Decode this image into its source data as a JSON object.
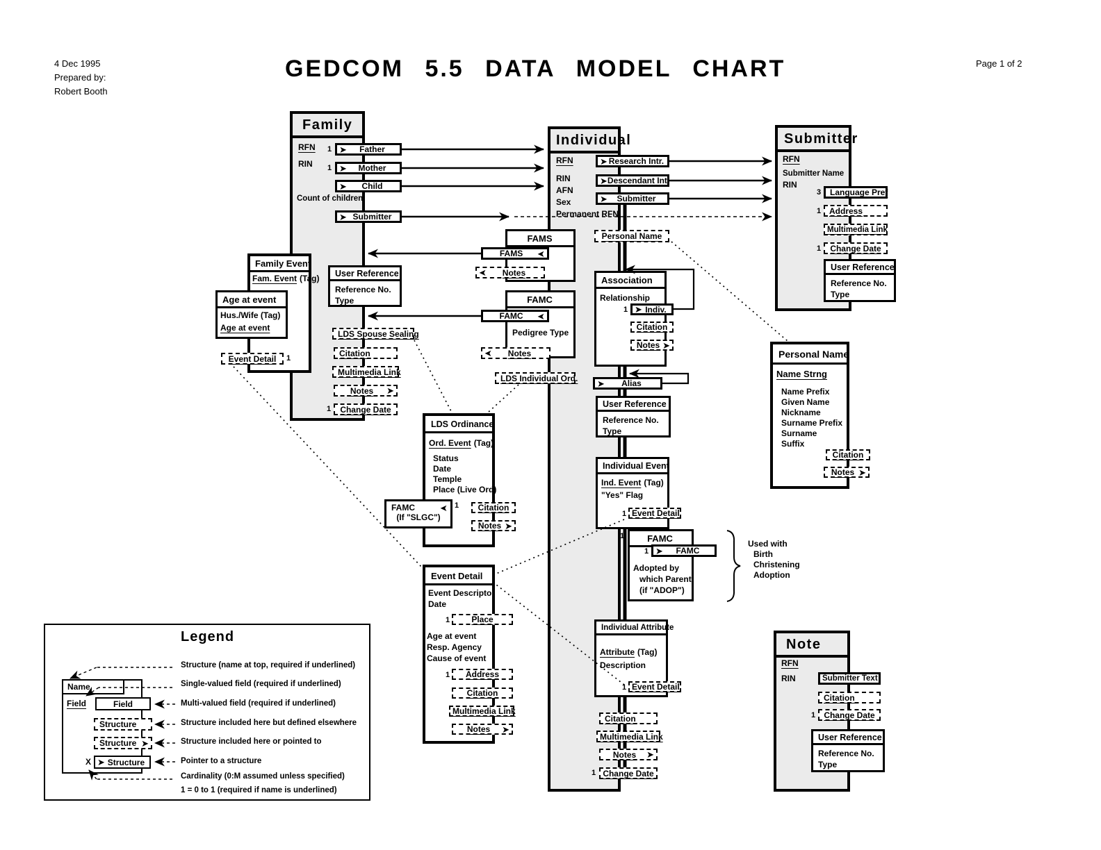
{
  "header": {
    "date": "4 Dec 1995",
    "prepared_by": "Prepared by:",
    "author": "Robert Booth",
    "title": "GEDCOM 5.5 DATA MODEL CHART",
    "page": "Page 1 of 2"
  },
  "icons": {
    "arrow": "➤"
  },
  "common": {
    "card1": "1",
    "citation": "Citation",
    "multimedia_link": "Multimedia Link",
    "notes": "Notes",
    "change_date": "Change Date",
    "user_reference": {
      "title": "User Reference",
      "reference_no": "Reference No.",
      "type": "Type"
    }
  },
  "family": {
    "title": "Family",
    "rfn": "RFN",
    "rin": "RIN",
    "father": "Father",
    "mother": "Mother",
    "child": "Child",
    "count_of_children": "Count of children",
    "submitter": "Submitter",
    "lds_spouse_sealing": "LDS Spouse Sealing"
  },
  "family_event": {
    "title": "Family Event",
    "fam_event": "Fam. Event",
    "tag": "(Tag)",
    "age_title": "Age at event",
    "hus_wife": "Hus./Wife (Tag)",
    "age_at_event": "Age at event",
    "event_detail": "Event Detail"
  },
  "fams": {
    "title": "FAMS",
    "pointer": "FAMS"
  },
  "famc": {
    "title": "FAMC",
    "pointer": "FAMC",
    "pedigree_type": "Pedigree Type"
  },
  "lds_individual_ord": "LDS Individual Ord.",
  "individual": {
    "title": "Individual",
    "rfn": "RFN",
    "rin": "RIN",
    "afn": "AFN",
    "sex": "Sex",
    "permanent_rfn": "Permanent RFN",
    "research_intr": "Research Intr.",
    "descendant_int": "Descendant Int.",
    "submitter": "Submitter",
    "personal_name": "Personal Name",
    "alias": "Alias"
  },
  "association": {
    "title": "Association",
    "relationship": "Relationship",
    "indiv": "Indiv."
  },
  "individual_event": {
    "title": "Individual Event",
    "ind_event": "Ind. Event",
    "tag": "(Tag)",
    "yes_flag": "\"Yes\" Flag",
    "event_detail": "Event Detail"
  },
  "famc_event": {
    "title": "FAMC",
    "pointer": "FAMC",
    "adopted_by": "Adopted by",
    "which_parent": "which Parent",
    "if_adop": "(if \"ADOP\")",
    "used_with": [
      "Used with",
      "Birth",
      "Christening",
      "Adoption"
    ]
  },
  "individual_attribute": {
    "title": "Individual Attribute",
    "attribute": "Attribute",
    "tag": "(Tag)",
    "description": "Description",
    "event_detail": "Event Detail"
  },
  "submitter": {
    "title": "Submitter",
    "rfn": "RFN",
    "submitter_name": "Submitter Name",
    "rin": "RIN",
    "language_pref": "Language Pref",
    "language_card": "3",
    "address": "Address"
  },
  "personal_name": {
    "title": "Personal Name",
    "name_strng": "Name Strng",
    "fields": [
      "Name Prefix",
      "Given Name",
      "Nickname",
      "Surname Prefix",
      "Surname",
      "Suffix"
    ]
  },
  "lds_ordinance": {
    "title": "LDS Ordinance",
    "ord_event": "Ord. Event",
    "tag": "(Tag)",
    "status": "Status",
    "date": "Date",
    "temple": "Temple",
    "place_live_ord": "Place (Live Ord)",
    "famc_pointer": "FAMC",
    "if_slgc": "(If \"SLGC\")"
  },
  "event_detail": {
    "title": "Event Detail",
    "event_descriptor": "Event Descriptor",
    "date": "Date",
    "place": "Place",
    "age_at_event": "Age at event",
    "resp_agency": "Resp. Agency",
    "cause_of_event": "Cause of event",
    "address": "Address"
  },
  "note": {
    "title": "Note",
    "rfn": "RFN",
    "rin": "RIN",
    "submitter_text": "Submitter Text"
  },
  "legend": {
    "title": "Legend",
    "sample": {
      "name": "Name",
      "field": "Field",
      "structure": "Structure",
      "x": "X"
    },
    "items": [
      "Structure (name at top, required if underlined)",
      "Single-valued field (required if underlined)",
      "Multi-valued field (required if underlined)",
      "Structure included here but defined elsewhere",
      "Structure included here or pointed to",
      "Pointer to a structure",
      "Cardinality (0:M assumed unless specified)",
      "1 = 0 to 1 (required if name is underlined)"
    ]
  }
}
